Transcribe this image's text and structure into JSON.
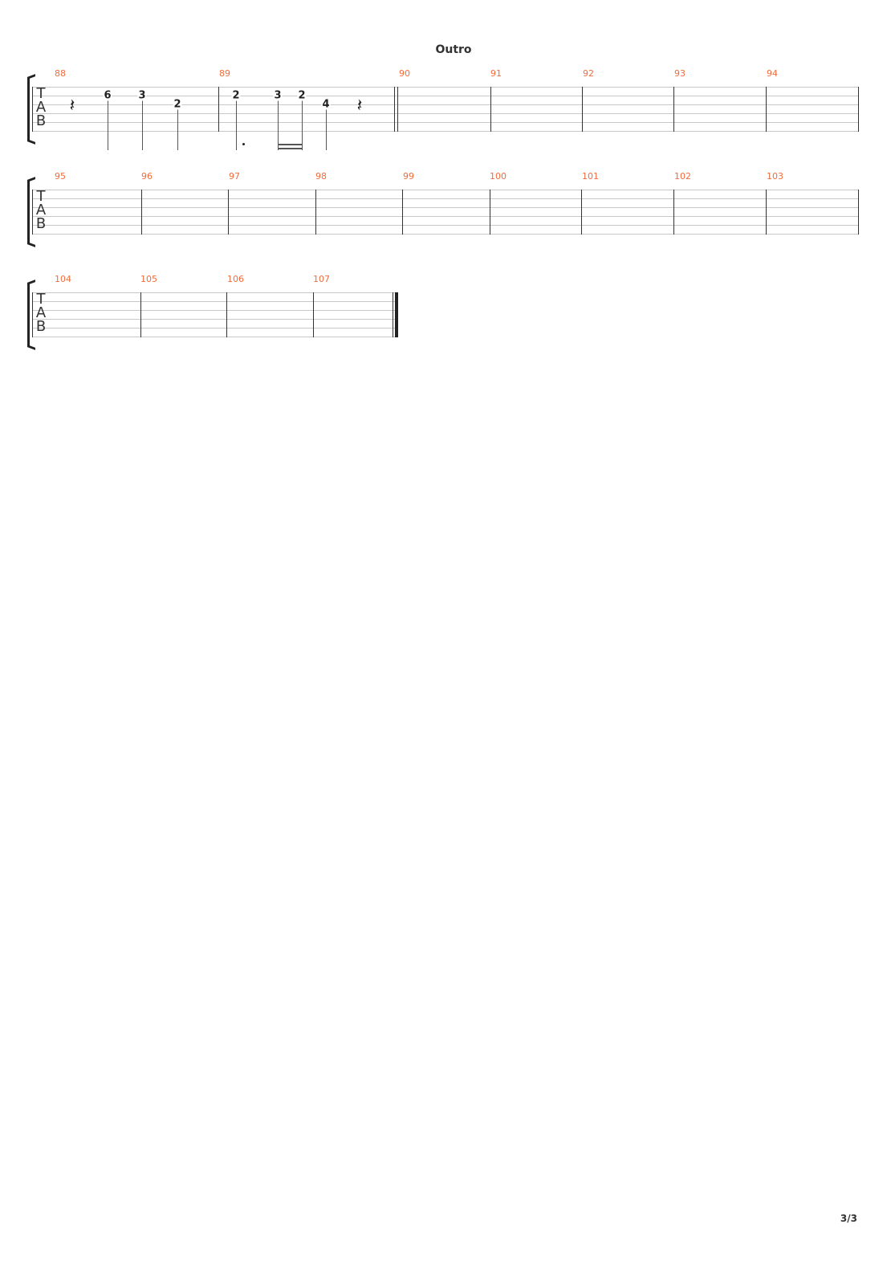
{
  "title": "Outro",
  "tab_letters": [
    "T",
    "A",
    "B"
  ],
  "systems": [
    {
      "measures": [
        "88",
        "89",
        "90",
        "91",
        "92",
        "93",
        "94"
      ]
    },
    {
      "measures": [
        "95",
        "96",
        "97",
        "98",
        "99",
        "100",
        "101",
        "102",
        "103"
      ]
    },
    {
      "measures": [
        "104",
        "105",
        "106",
        "107"
      ]
    }
  ],
  "notes": [
    {
      "fret": "6",
      "string": 2,
      "measure": "88"
    },
    {
      "fret": "3",
      "string": 2,
      "measure": "88"
    },
    {
      "fret": "2",
      "string": 3,
      "measure": "88"
    },
    {
      "fret": "2",
      "string": 2,
      "measure": "89"
    },
    {
      "fret": "3",
      "string": 2,
      "measure": "89"
    },
    {
      "fret": "2",
      "string": 2,
      "measure": "89"
    },
    {
      "fret": "4",
      "string": 3,
      "measure": "89"
    }
  ],
  "rest_symbol": "𝄽",
  "page_number": "3/3"
}
